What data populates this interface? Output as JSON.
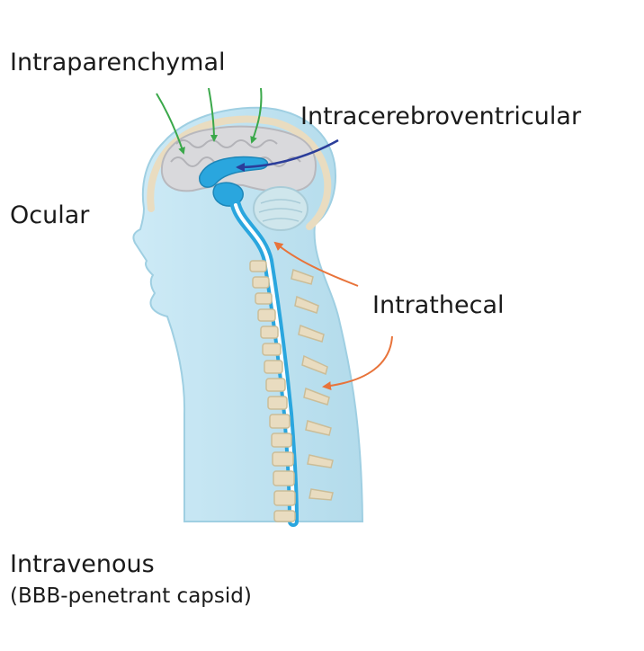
{
  "labels": {
    "intraparenchymal": "Intraparenchymal",
    "intracerebroventricular": "Intracerebroventricular",
    "ocular": "Ocular",
    "intrathecal": "Intrathecal",
    "intravenous": "Intravenous",
    "intravenous_note": "(BBB-penetrant capsid)"
  },
  "colors": {
    "intraparenchymal_arrow": "#3aa84a",
    "intracerebroventricular_arrow": "#2b3d9a",
    "intrathecal_arrow": "#e8733a",
    "body_fill": "#bfe3f1",
    "csf_blue": "#2aa6de",
    "bone": "#e9dcc0"
  }
}
